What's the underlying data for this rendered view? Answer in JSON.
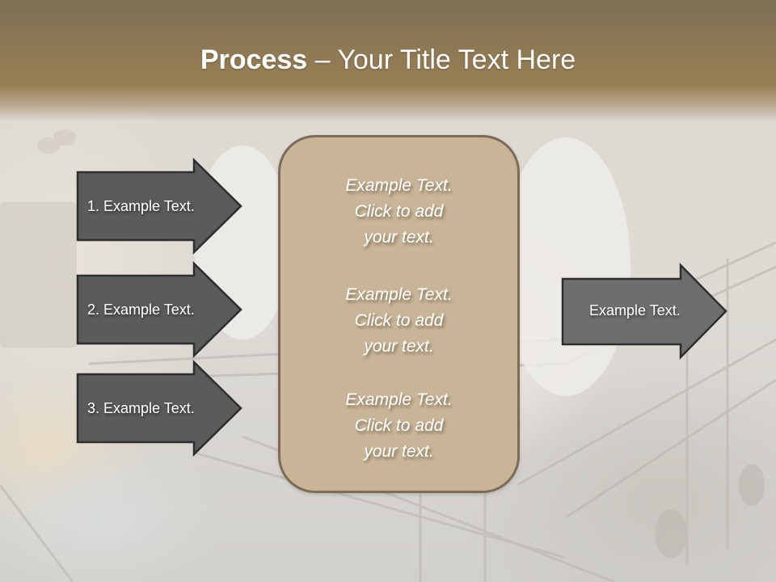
{
  "slide": {
    "title_bold": "Process",
    "title_rest": " – Your Title Text Here",
    "background": "faded dishwasher photo",
    "colors": {
      "header_band": "#8f7a55",
      "arrow_dark": "#5b5b5b",
      "arrow_light": "#6e6e6e",
      "arrow_border": "#2e2e2e",
      "panel_fill": "#c8b597",
      "panel_border": "#7c6c57",
      "text": "#ffffff"
    }
  },
  "left_arrows": [
    {
      "label": "1. Example Text."
    },
    {
      "label": "2. Example Text."
    },
    {
      "label": "3. Example Text."
    }
  ],
  "center_panel": {
    "blocks": [
      {
        "line1": "Example Text.",
        "line2": "Click  to add",
        "line3": "your text."
      },
      {
        "line1": "Example Text.",
        "line2": "Click  to add",
        "line3": "your text."
      },
      {
        "line1": "Example Text.",
        "line2": "Click  to add",
        "line3": "your text."
      }
    ]
  },
  "right_arrow": {
    "label": "Example Text."
  }
}
